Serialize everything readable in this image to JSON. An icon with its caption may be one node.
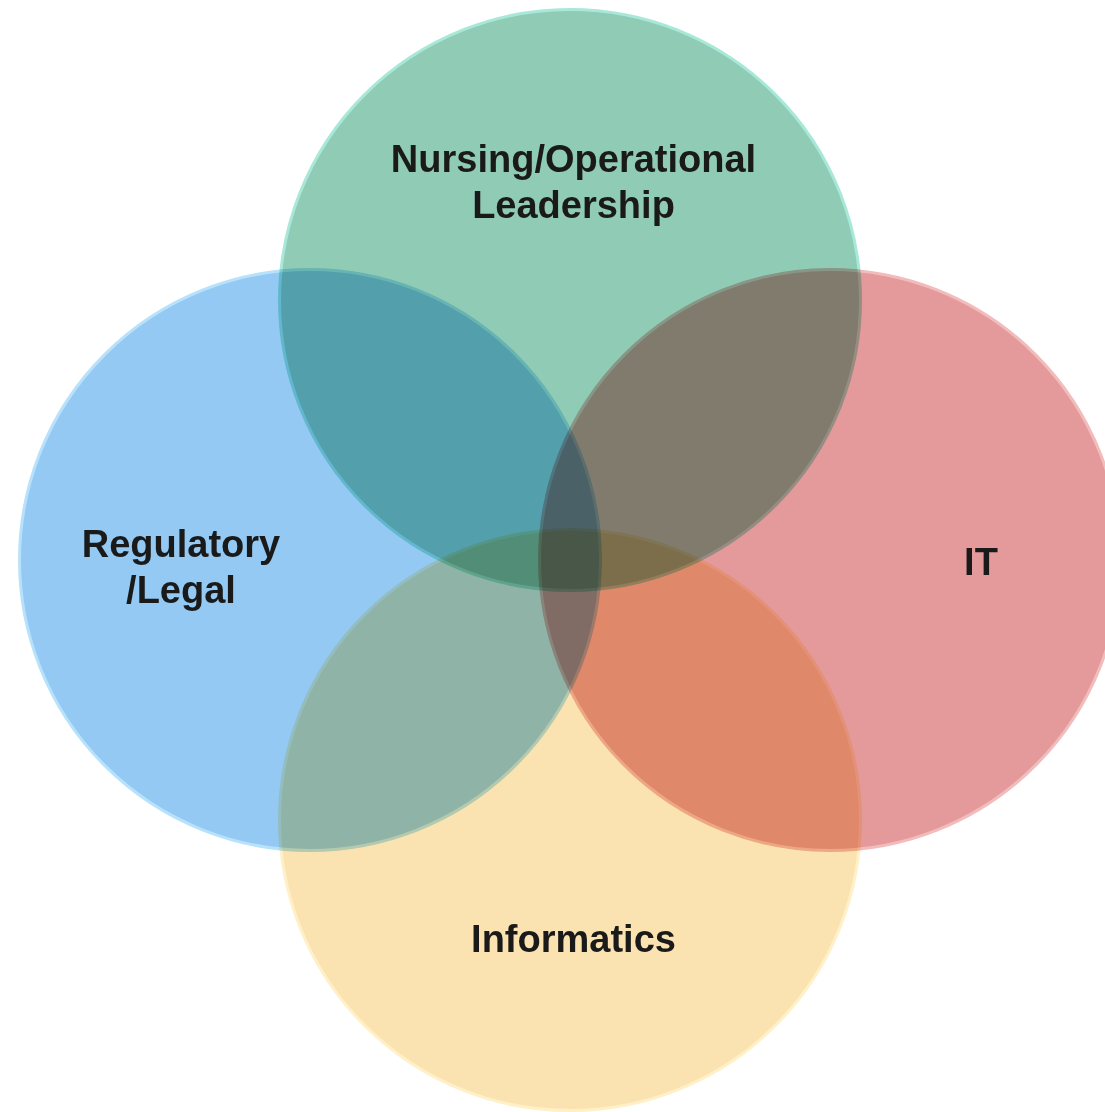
{
  "diagram": {
    "nodes": [
      {
        "text": [
          "Nursing/Operational Leadership"
        ]
      },
      {
        "text": [
          "Regulatory /Legal"
        ]
      },
      {
        "text": [
          "IT"
        ]
      },
      {
        "text": [
          "Informatics"
        ]
      }
    ]
  }
}
